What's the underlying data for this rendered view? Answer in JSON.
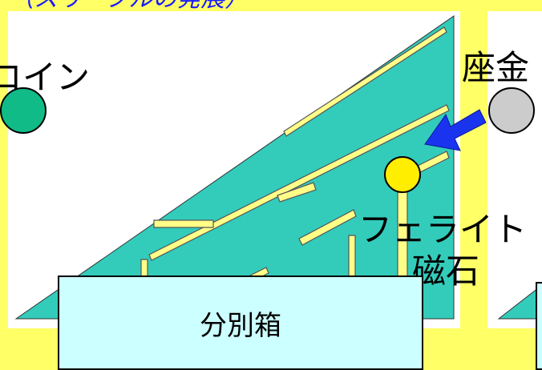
{
  "title": "（スリーブルの発展）",
  "labels": {
    "coin": "コイン",
    "washer": "座金",
    "ferrite": "フェライト",
    "magnet": "磁石",
    "sort_box": "分別箱"
  },
  "colors": {
    "background": "#ffff66",
    "panel": "#ffffff",
    "ramp": "#33ccbb",
    "slat": "#ffff88",
    "coin": "#11bb88",
    "washer": "#cccccc",
    "magnet_ball": "#ffee00",
    "arrow": "#1a33ee",
    "box_fill": "#ccffff"
  }
}
